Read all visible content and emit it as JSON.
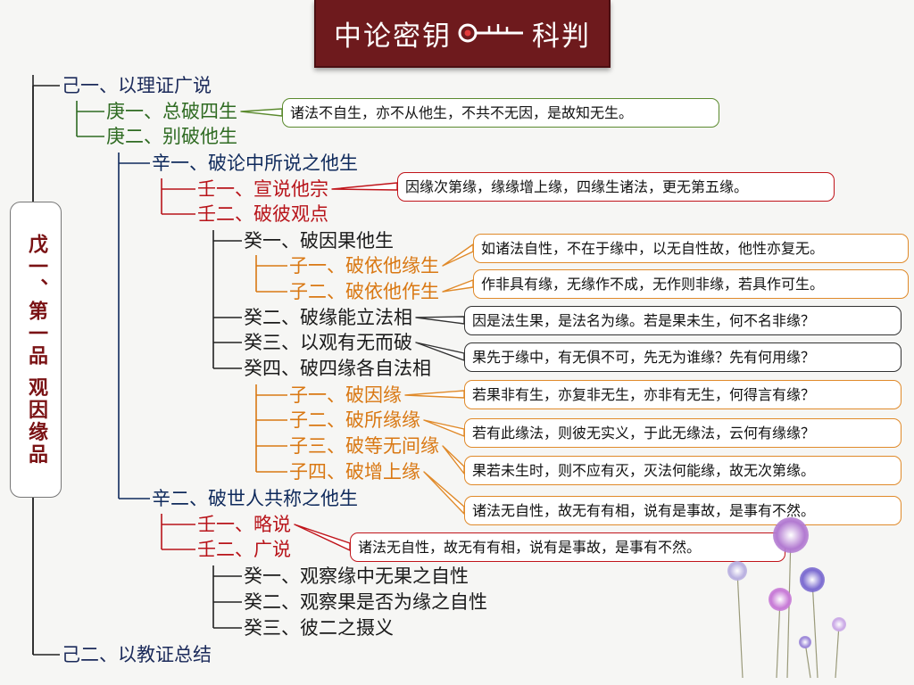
{
  "title": {
    "left": "中论密钥",
    "right": "科判"
  },
  "root": {
    "label": "戊一、第一品 观因缘品"
  },
  "colors": {
    "level1": "#1b2a5a",
    "level2": "#2f6b22",
    "level3": "#0f2a5c",
    "level4": "#b8141a",
    "level5": "#1a1a1a",
    "level6": "#d97813",
    "banner": "#6e1a1d",
    "root_text": "#7a1214"
  },
  "nodes": [
    {
      "id": "ji1",
      "label": "己一、以理证广说",
      "level": 1
    },
    {
      "id": "geng1",
      "label": "庚一、总破四生",
      "level": 2
    },
    {
      "id": "geng2",
      "label": "庚二、别破他生",
      "level": 2
    },
    {
      "id": "xin1",
      "label": "辛一、破论中所说之他生",
      "level": 3
    },
    {
      "id": "ren1a",
      "label": "壬一、宣说他宗",
      "level": 4
    },
    {
      "id": "ren2a",
      "label": "壬二、破彼观点",
      "level": 4
    },
    {
      "id": "gui1a",
      "label": "癸一、破因果他生",
      "level": 5
    },
    {
      "id": "zi1a",
      "label": "子一、破依他缘生",
      "level": 6
    },
    {
      "id": "zi2a",
      "label": "子二、破依他作生",
      "level": 6
    },
    {
      "id": "gui2a",
      "label": "癸二、破缘能立法相",
      "level": 5
    },
    {
      "id": "gui3a",
      "label": "癸三、以观有无而破",
      "level": 5
    },
    {
      "id": "gui4a",
      "label": "癸四、破四缘各自法相",
      "level": 5
    },
    {
      "id": "zi1b",
      "label": "子一、破因缘",
      "level": 6
    },
    {
      "id": "zi2b",
      "label": "子二、破所缘缘",
      "level": 6
    },
    {
      "id": "zi3b",
      "label": "子三、破等无间缘",
      "level": 6
    },
    {
      "id": "zi4b",
      "label": "子四、破增上缘",
      "level": 6
    },
    {
      "id": "xin2",
      "label": "辛二、破世人共称之他生",
      "level": 3
    },
    {
      "id": "ren1b",
      "label": "壬一、略说",
      "level": 4
    },
    {
      "id": "ren2b",
      "label": "壬二、广说",
      "level": 4
    },
    {
      "id": "gui1b",
      "label": "癸一、观察缘中无果之自性",
      "level": 5
    },
    {
      "id": "gui2b",
      "label": "癸二、观察果是否为缘之自性",
      "level": 5
    },
    {
      "id": "gui3b",
      "label": "癸三、彼二之摄义",
      "level": 5
    },
    {
      "id": "ji2",
      "label": "己二、以教证总结",
      "level": 1
    }
  ],
  "notes": [
    {
      "id": "n1",
      "text": "诸法不自生，亦不从他生，不共不无因，是故知无生。",
      "target": "geng1",
      "border": "#5b8a2e"
    },
    {
      "id": "n2",
      "text": "因缘次第缘，缘缘增上缘，四缘生诸法，更无第五缘。",
      "target": "ren1a",
      "border": "#c0141a"
    },
    {
      "id": "n3",
      "text": "如诸法自性，不在于缘中，以无自性故，他性亦复无。",
      "target": "zi1a",
      "border": "#e08a2a"
    },
    {
      "id": "n4",
      "text": "作非具有缘，无缘作不成，无作则非缘，若具作可生。",
      "target": "zi2a",
      "border": "#e08a2a"
    },
    {
      "id": "n5",
      "text": "因是法生果，是法名为缘。若是果未生，何不名非缘？",
      "target": "gui2a",
      "border": "#333333"
    },
    {
      "id": "n6",
      "text": "果先于缘中，有无俱不可，先无为谁缘？先有何用缘？",
      "target": "gui3a",
      "border": "#333333"
    },
    {
      "id": "n7",
      "text": "若果非有生，亦复非无生，亦非有无生，何得言有缘？",
      "target": "zi1b",
      "border": "#e08a2a"
    },
    {
      "id": "n8",
      "text": "若有此缘法，则彼无实义，于此无缘法，云何有缘缘？",
      "target": "zi2b",
      "border": "#e08a2a"
    },
    {
      "id": "n9",
      "text": "果若未生时，则不应有灭，灭法何能缘，故无次第缘。",
      "target": "zi3b",
      "border": "#e08a2a"
    },
    {
      "id": "n10",
      "text": "诸法无自性，故无有有相，说有是事故，是事有不然。",
      "target": "zi4b",
      "border": "#e08a2a"
    },
    {
      "id": "n11",
      "text": "诸法无自性，故无有有相，说有是事故，是事有不然。",
      "target": "ren1b",
      "border": "#c0141a"
    }
  ]
}
